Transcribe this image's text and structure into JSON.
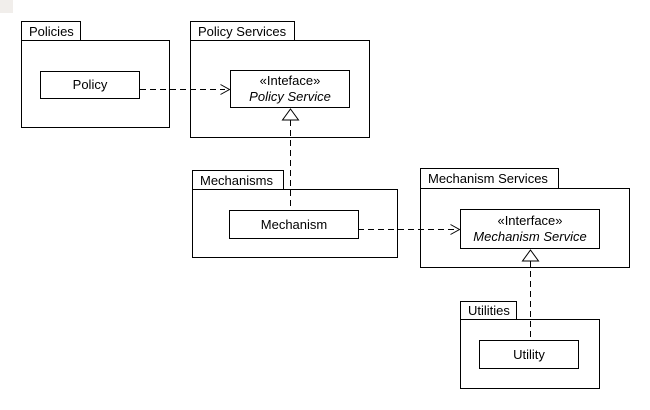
{
  "packages": [
    {
      "label": "Policies"
    },
    {
      "label": "Policy Services"
    },
    {
      "label": "Mechanisms"
    },
    {
      "label": "Mechanism Services"
    },
    {
      "label": "Utilities"
    }
  ],
  "classes": [
    {
      "label": "Policy"
    },
    {
      "stereotype": "«Inteface»",
      "label": "Policy Service"
    },
    {
      "label": "Mechanism"
    },
    {
      "stereotype": "«Interface»",
      "label": "Mechanism Service"
    },
    {
      "label": "Utility"
    }
  ],
  "relationships": [
    {
      "type": "dependency",
      "from": "Policy",
      "to": "Policy Service",
      "style": "dashed-open-arrow"
    },
    {
      "type": "realization",
      "from": "Mechanism",
      "to": "Policy Service",
      "style": "dashed-hollow-triangle"
    },
    {
      "type": "dependency",
      "from": "Mechanism",
      "to": "Mechanism Service",
      "style": "dashed-open-arrow"
    },
    {
      "type": "realization",
      "from": "Utility",
      "to": "Mechanism Service",
      "style": "dashed-hollow-triangle"
    }
  ],
  "colors": {
    "background": "#ffffff",
    "line": "#000000",
    "text": "#000000",
    "shape_fill": "#ffffff"
  }
}
